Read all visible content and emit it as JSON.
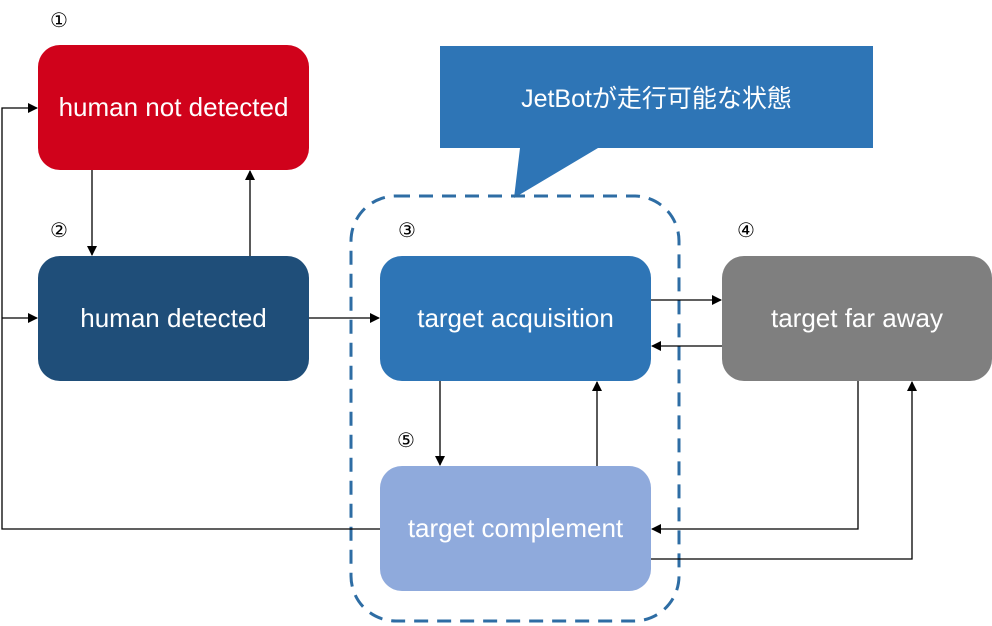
{
  "diagram": {
    "callout": {
      "label": "JetBotが走行可能な状態",
      "color": "#2e75b6"
    },
    "group": {
      "style": "dashed",
      "color": "#2e6da4"
    },
    "states": [
      {
        "number": "①",
        "label": "human not detected",
        "color": "#d0021b"
      },
      {
        "number": "②",
        "label": "human detected",
        "color": "#1f4e79"
      },
      {
        "number": "③",
        "label": "target acquisition",
        "color": "#2e75b6"
      },
      {
        "number": "④",
        "label": "target far away",
        "color": "#7f7f7f"
      },
      {
        "number": "⑤",
        "label": "target complement",
        "color": "#8faadc"
      }
    ],
    "transitions": [
      {
        "from": "human not detected",
        "to": "human detected"
      },
      {
        "from": "human detected",
        "to": "human not detected"
      },
      {
        "from": "human detected",
        "to": "target acquisition"
      },
      {
        "from": "target acquisition",
        "to": "target far away"
      },
      {
        "from": "target far away",
        "to": "target acquisition"
      },
      {
        "from": "target acquisition",
        "to": "target complement"
      },
      {
        "from": "target complement",
        "to": "target acquisition"
      },
      {
        "from": "target far away",
        "to": "target complement"
      },
      {
        "from": "target complement",
        "to": "target far away"
      },
      {
        "from": "target complement",
        "to": "human not detected"
      },
      {
        "from": "target complement",
        "to": "human detected"
      }
    ]
  }
}
